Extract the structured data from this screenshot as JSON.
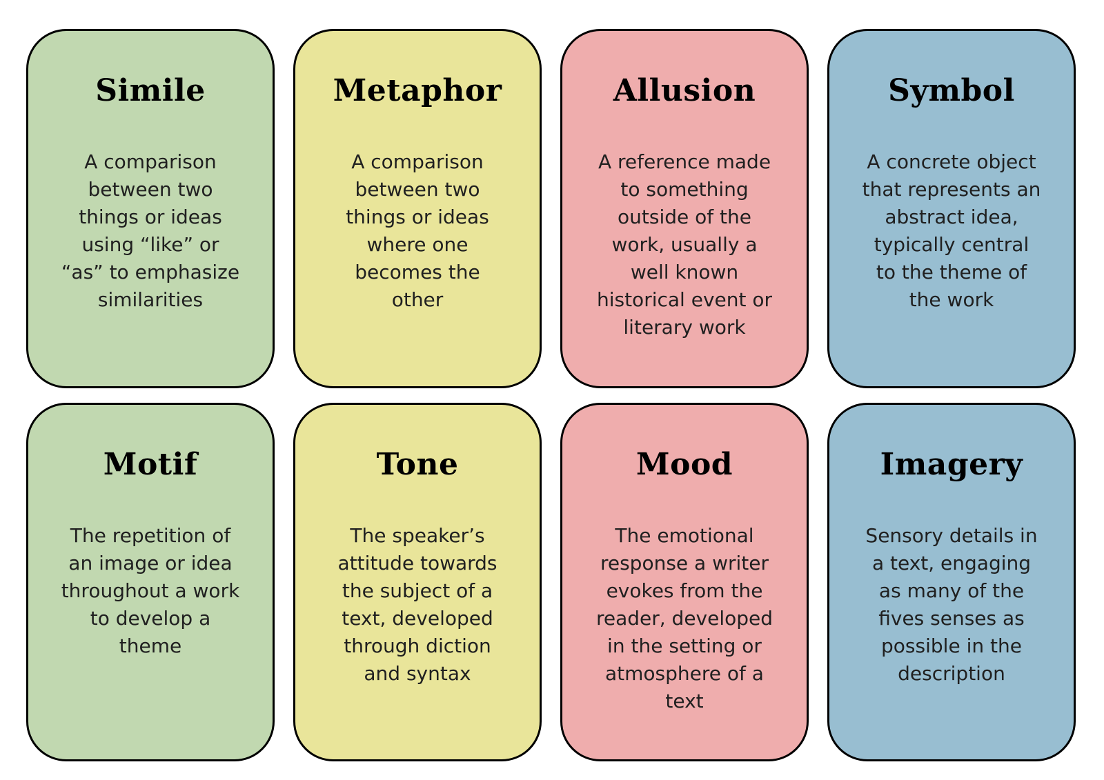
{
  "page": {
    "background": "#ffffff",
    "border_color": "#000000",
    "title_text_color": "#000000",
    "body_text_color": "#202020"
  },
  "cards": [
    {
      "title": "Simile",
      "color": "#c1d8b0",
      "desc_lines": [
        "A comparison",
        "between two",
        "things or ideas",
        "using “like” or",
        "“as” to emphasize",
        "similarities"
      ]
    },
    {
      "title": "Metaphor",
      "color": "#e9e59a",
      "desc_lines": [
        "A comparison",
        "between two",
        "things or ideas",
        "where one",
        "becomes the",
        "other"
      ]
    },
    {
      "title": "Allusion",
      "color": "#efadad",
      "desc_lines": [
        "A reference made",
        "to something",
        "outside of the",
        "work, usually a",
        "well known",
        "historical event or",
        "literary work"
      ]
    },
    {
      "title": "Symbol",
      "color": "#98bed1",
      "desc_lines": [
        "A concrete object",
        "that represents an",
        "abstract idea,",
        "typically central",
        "to the theme of",
        "the work"
      ]
    },
    {
      "title": "Motif",
      "color": "#c1d8b0",
      "desc_lines": [
        "The repetition of",
        "an image or idea",
        "throughout a work",
        "to develop a",
        "theme"
      ]
    },
    {
      "title": "Tone",
      "color": "#e9e59a",
      "desc_lines": [
        "The speaker’s",
        "attitude towards",
        "the subject of a",
        "text, developed",
        "through diction",
        "and syntax"
      ]
    },
    {
      "title": "Mood",
      "color": "#efadad",
      "desc_lines": [
        "The emotional",
        "response a writer",
        "evokes from the",
        "reader, developed",
        "in the setting or",
        "atmosphere of a",
        "text"
      ]
    },
    {
      "title": "Imagery",
      "color": "#98bed1",
      "desc_lines": [
        "Sensory details in",
        "a text, engaging",
        "as many of the",
        "fives senses as",
        "possible in the",
        "description"
      ]
    }
  ]
}
